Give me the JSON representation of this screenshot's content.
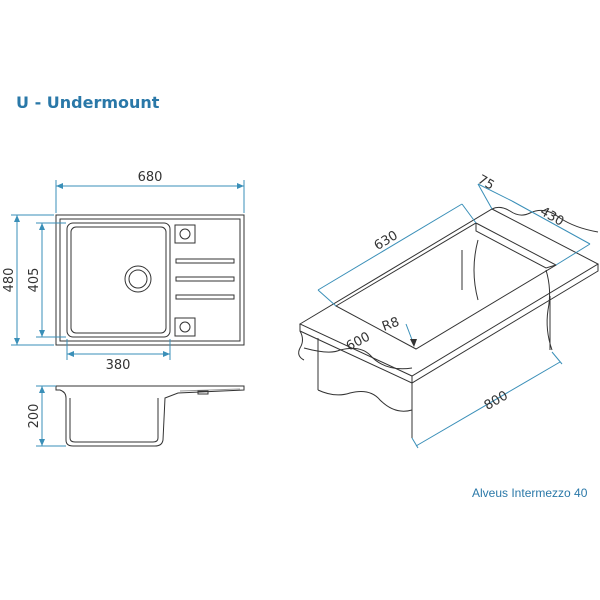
{
  "title": "U - Undermount",
  "caption": "Alveus Intermezzo 40",
  "dimensions": {
    "top_width": "680",
    "top_height": "480",
    "bowl_height": "405",
    "bowl_width": "380",
    "depth": "200",
    "cutout_length": "630",
    "overhang": "75",
    "cutout_depth": "430",
    "radius": "R8",
    "cabinet_depth": "600",
    "cabinet_width": "800"
  },
  "colors": {
    "title": "#2a78a8",
    "dimension_line": "#3a8fb8",
    "outline": "#333333"
  }
}
